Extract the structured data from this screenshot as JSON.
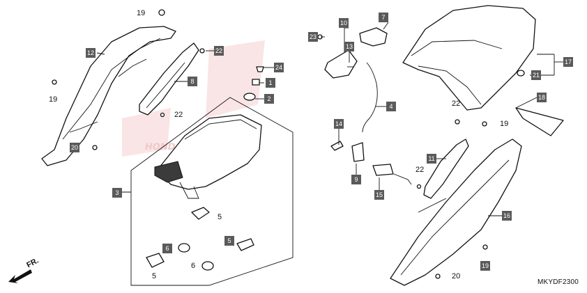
{
  "diagram": {
    "code": "MKYDF2300",
    "direction": "FR.",
    "boxed_refs": {
      "c1": "1",
      "c2": "2",
      "c3": "3",
      "c4": "4",
      "c6": "6",
      "c5b": "5",
      "c7": "7",
      "c8": "8",
      "c9": "9",
      "c10": "10",
      "c11": "11",
      "c12": "12",
      "c13": "13",
      "c14": "14",
      "c15": "15",
      "c16": "16",
      "c17": "17",
      "c18": "18",
      "c19b": "19",
      "c20": "20",
      "c21": "21",
      "c22": "22",
      "c23": "23",
      "c24": "24"
    },
    "plain_refs": {
      "p19a": "19",
      "p19b": "19",
      "p19c": "19",
      "p22a": "22",
      "p22b": "22",
      "p22c": "22",
      "p5a": "5",
      "p5b": "5",
      "p6": "6",
      "p20": "20"
    },
    "watermark": "HONDA",
    "brand_color": "#e07070"
  }
}
